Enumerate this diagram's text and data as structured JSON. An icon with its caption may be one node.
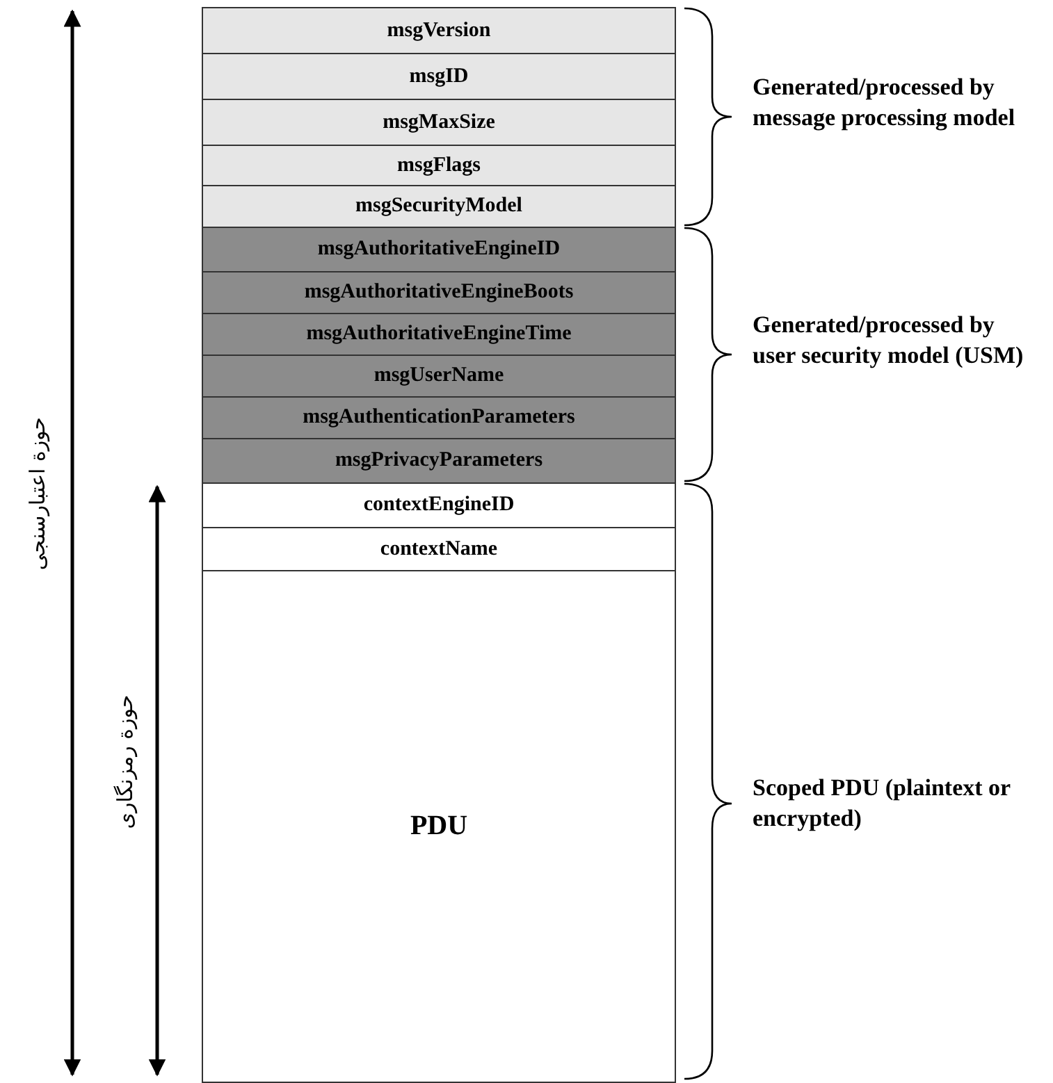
{
  "diagram": {
    "nodes": [
      {
        "text": [
          "msgVersion"
        ]
      },
      {
        "text": [
          "msgID"
        ]
      },
      {
        "text": [
          "msgMaxSize"
        ]
      },
      {
        "text": [
          "msgFlags"
        ]
      },
      {
        "text": [
          "msgSecurityModel"
        ]
      },
      {
        "text": [
          "msgAuthoritativeEngineID"
        ]
      },
      {
        "text": [
          "msgAuthoritativeEngineBoots"
        ]
      },
      {
        "text": [
          "msgAuthoritativeEngineTime"
        ]
      },
      {
        "text": [
          "msgUserName"
        ]
      },
      {
        "text": [
          "msgAuthenticationParameters"
        ]
      },
      {
        "text": [
          "msgPrivacyParameters"
        ]
      },
      {
        "text": [
          "contextEngineID"
        ]
      },
      {
        "text": [
          "contextName"
        ]
      },
      {
        "text": [
          "PDU"
        ]
      }
    ],
    "labels": [
      "حوزة اعتبارسنجی",
      "حوزة رمزنگاری",
      "Generated/processed by message processing model",
      "Generated/processed by user security model (USM)",
      "Scoped PDU (plaintext or encrypted)"
    ]
  }
}
